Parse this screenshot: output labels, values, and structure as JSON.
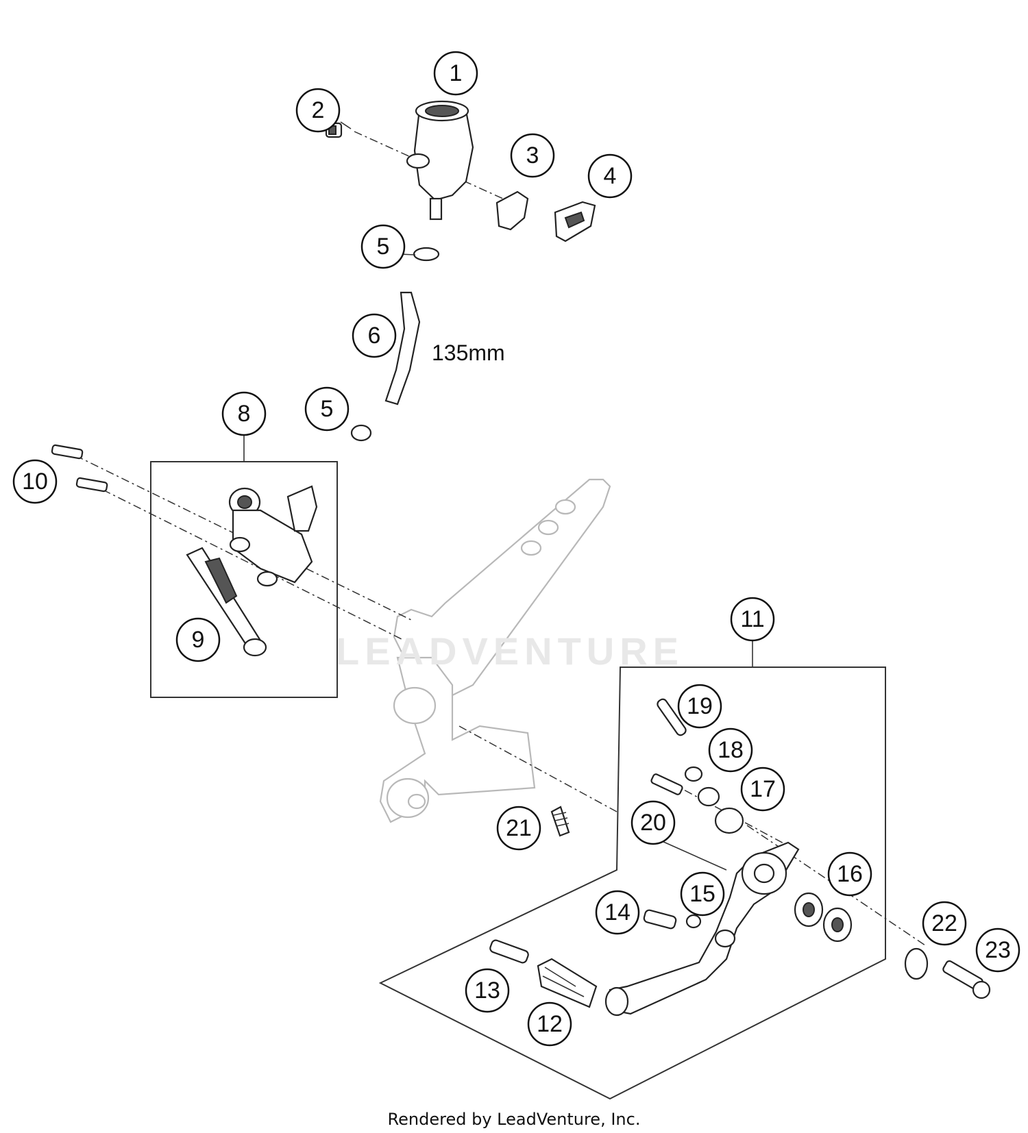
{
  "diagram": {
    "callouts": [
      "1",
      "2",
      "3",
      "4",
      "5",
      "6",
      "5",
      "8",
      "10",
      "9",
      "11",
      "19",
      "18",
      "17",
      "21",
      "20",
      "16",
      "15",
      "14",
      "22",
      "23",
      "13",
      "12"
    ],
    "dimension_label": "135mm",
    "watermark": "LEADVENTURE",
    "footer": "Rendered by LeadVenture, Inc."
  }
}
